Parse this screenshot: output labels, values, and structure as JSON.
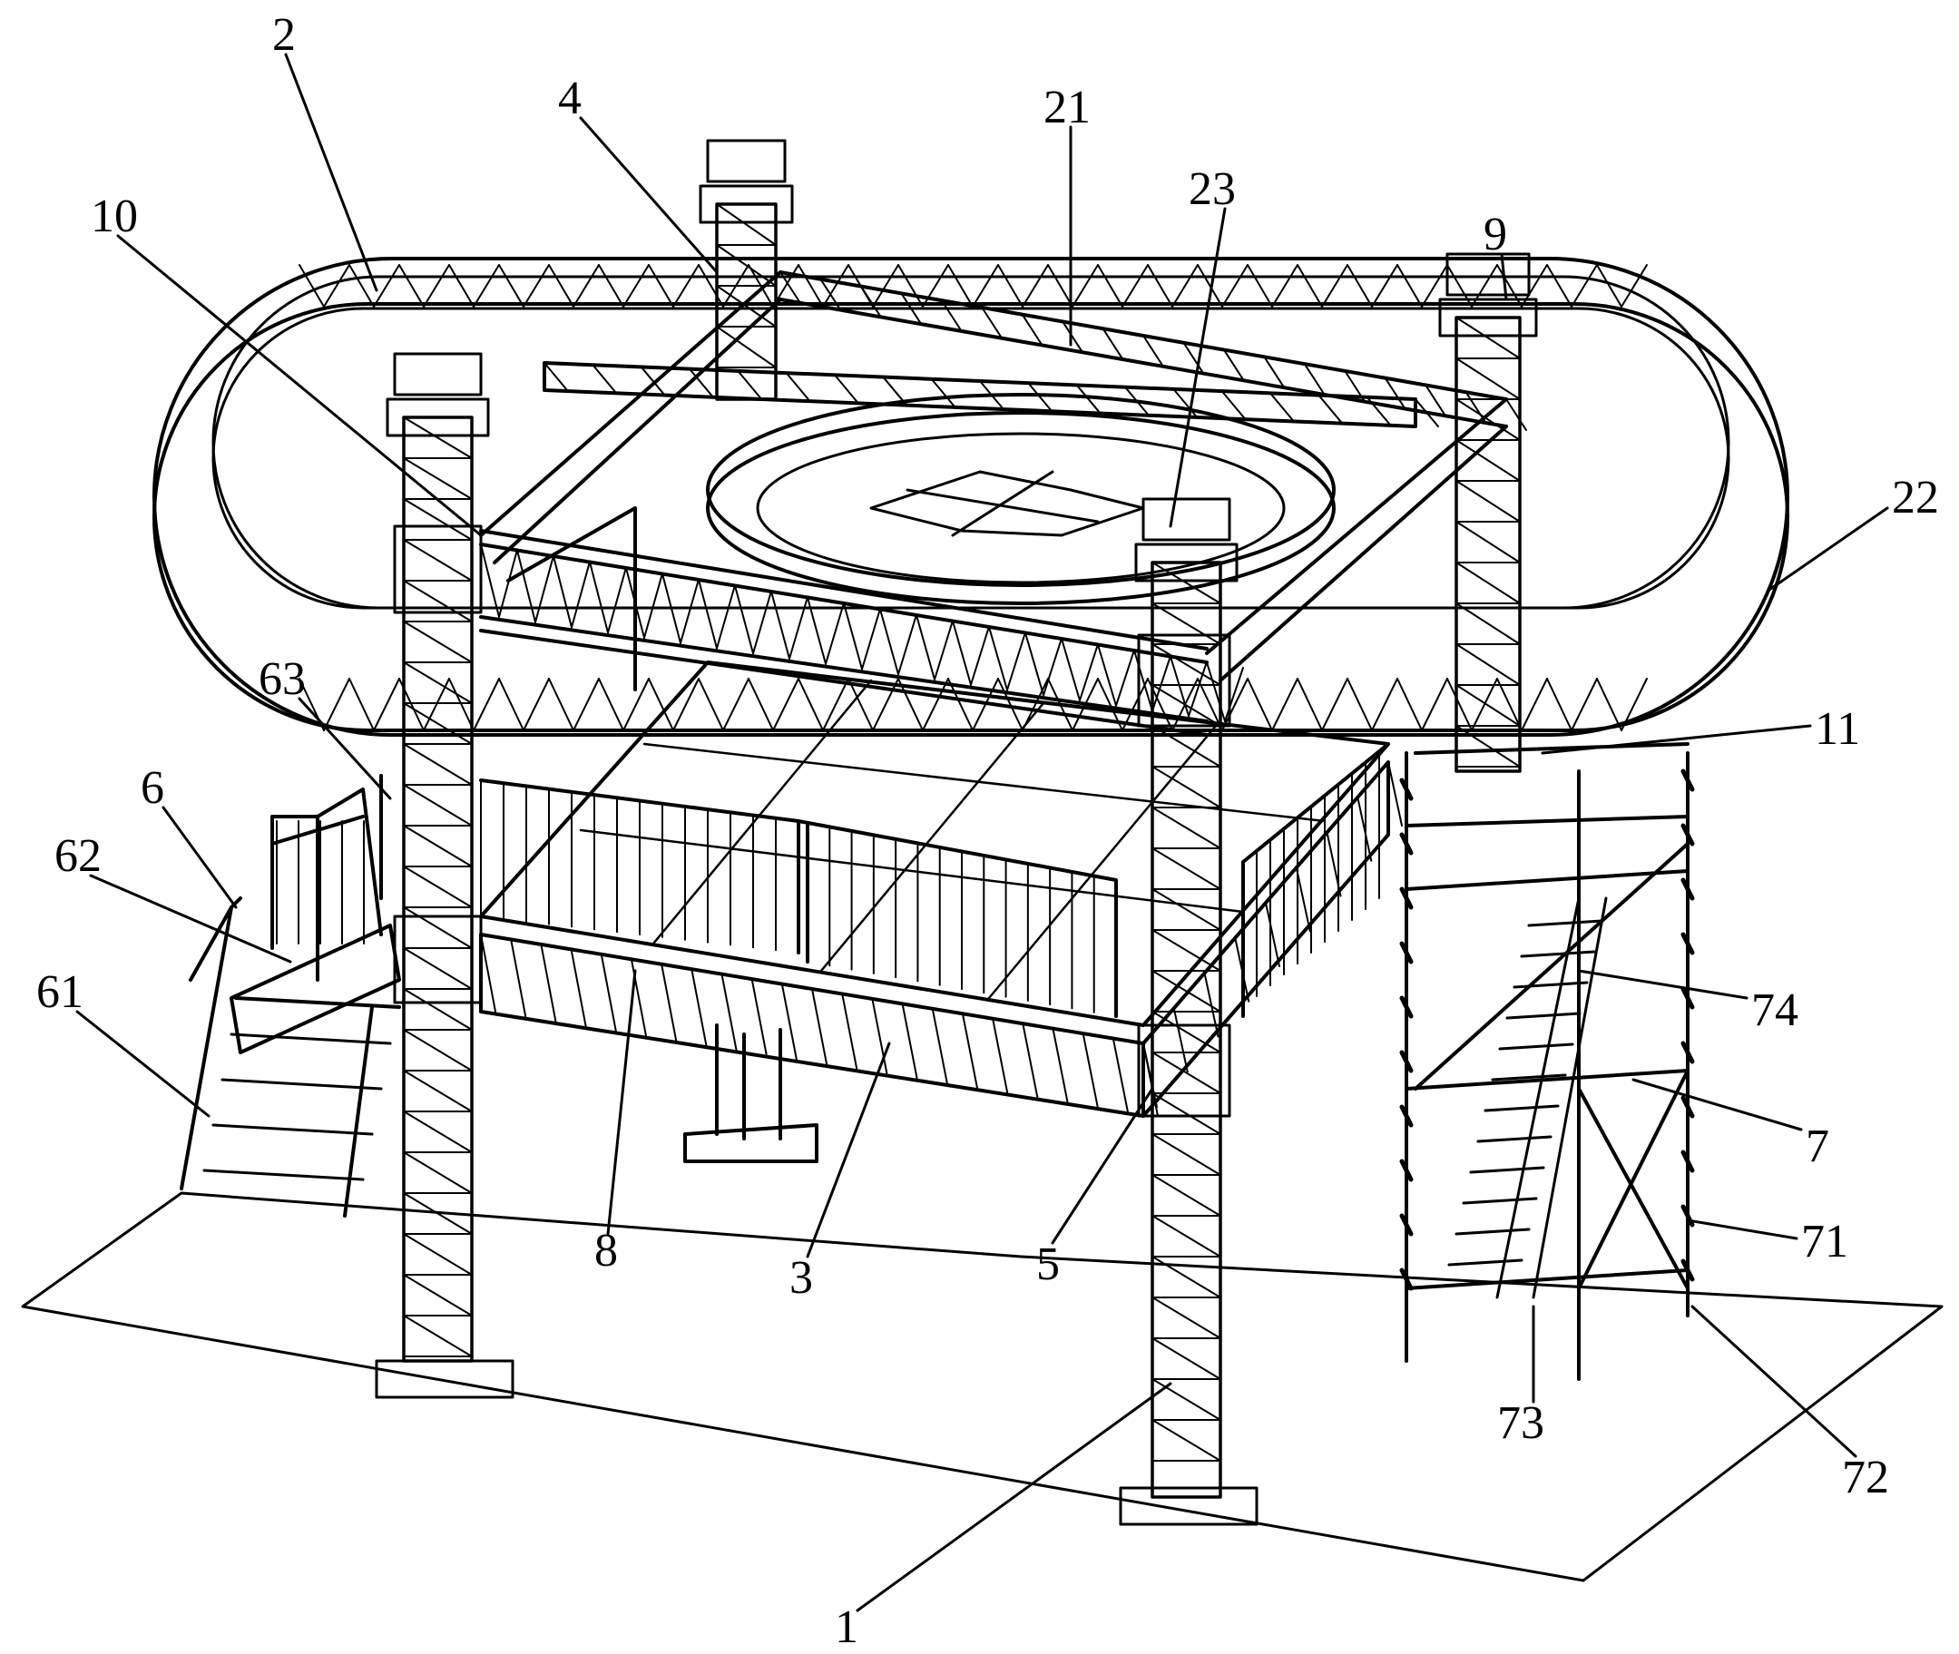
{
  "figure": {
    "labels": [
      {
        "id": "label-1",
        "text": "1"
      },
      {
        "id": "label-2",
        "text": "2"
      },
      {
        "id": "label-3",
        "text": "3"
      },
      {
        "id": "label-4",
        "text": "4"
      },
      {
        "id": "label-5",
        "text": "5"
      },
      {
        "id": "label-6",
        "text": "6"
      },
      {
        "id": "label-7",
        "text": "7"
      },
      {
        "id": "label-8",
        "text": "8"
      },
      {
        "id": "label-9",
        "text": "9"
      },
      {
        "id": "label-10",
        "text": "10"
      },
      {
        "id": "label-11",
        "text": "11"
      },
      {
        "id": "label-21",
        "text": "21"
      },
      {
        "id": "label-22",
        "text": "22"
      },
      {
        "id": "label-23",
        "text": "23"
      },
      {
        "id": "label-61",
        "text": "61"
      },
      {
        "id": "label-62",
        "text": "62"
      },
      {
        "id": "label-63",
        "text": "63"
      },
      {
        "id": "label-71",
        "text": "71"
      },
      {
        "id": "label-72",
        "text": "72"
      },
      {
        "id": "label-73",
        "text": "73"
      },
      {
        "id": "label-74",
        "text": "74"
      }
    ]
  }
}
